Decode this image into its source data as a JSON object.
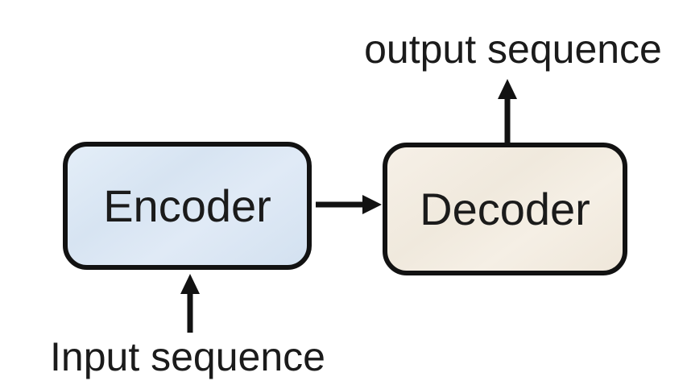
{
  "diagram": {
    "type": "block-flow-diagram",
    "topic": "encoder-decoder sequence model",
    "labels": {
      "output": "output sequence",
      "input": "Input sequence"
    },
    "nodes": [
      {
        "id": "encoder",
        "label": "Encoder",
        "fill": "#dbe7f4",
        "border_color": "#121212",
        "shape": "rounded-rectangle"
      },
      {
        "id": "decoder",
        "label": "Decoder",
        "fill": "#f2ece2",
        "border_color": "#121212",
        "shape": "rounded-rectangle"
      }
    ],
    "arrows": [
      {
        "from": "Input sequence",
        "to": "Encoder",
        "direction": "up"
      },
      {
        "from": "Encoder",
        "to": "Decoder",
        "direction": "right"
      },
      {
        "from": "Decoder",
        "to": "output sequence",
        "direction": "up"
      }
    ],
    "colors": {
      "background": "#ffffff",
      "arrow": "#121212",
      "text": "#1b1b1b",
      "encoder_fill": "#dbe7f4",
      "decoder_fill": "#f2ece2"
    }
  }
}
